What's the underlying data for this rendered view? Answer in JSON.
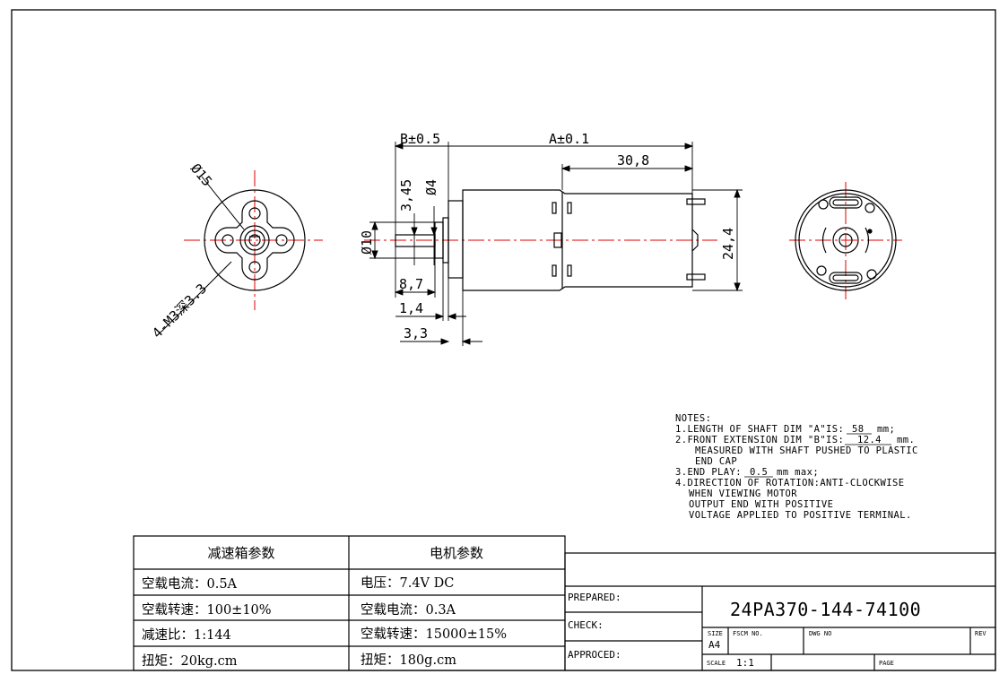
{
  "drawing": {
    "dims": {
      "a": "A±0.1",
      "b": "B±0.5",
      "d30_8": "30,8",
      "d24_4": "24,4",
      "d3_45": "3,45",
      "phi4": "Ø4",
      "phi10": "Ø10",
      "d8_7": "8,7",
      "d1_4": "1,4",
      "d3_3": "3,3",
      "phi15": "Ø15",
      "m3": "4-M3深3.3"
    },
    "notes": {
      "title": "NOTES:",
      "line1a": "1.LENGTH OF SHAFT DIM \"A\"IS:",
      "line1v": "58",
      "line1u": "mm;",
      "line2a": "2.FRONT EXTENSION DIM \"B\"IS:",
      "line2v": "12.4",
      "line2u": "mm.",
      "line3": "MEASURED WITH SHAFT PUSHED TO PLASTIC",
      "line4": "END CAP",
      "line5a": "3.END PLAY:",
      "line5v": "0.5",
      "line5u": "mm max;",
      "line6": "4.DIRECTION OF ROTATION:ANTI-CLOCKWISE",
      "line7": "WHEN VIEWING MOTOR",
      "line8": "OUTPUT END WITH POSITIVE",
      "line9": "VOLTAGE APPLIED TO POSITIVE TERMINAL."
    }
  },
  "params_table": {
    "headers": [
      "减速箱参数",
      "电机参数"
    ],
    "gearbox": [
      "空载电流：0.5A",
      "空载转速：100±10%",
      "减速比：1:144",
      "扭矩：20kg.cm"
    ],
    "motor": [
      "电压：7.4V DC",
      "空载电流：0.3A",
      "空载转速：15000±15%",
      "扭矩：180g.cm"
    ]
  },
  "title_block": {
    "prepared_label": "PREPARED:",
    "check_label": "CHECK:",
    "approved_label": "APPROCED:",
    "part_number": "24PA370-144-74100",
    "size_label": "SIZE",
    "size_value": "A4",
    "fscm_label": "FSCM NO.",
    "dwg_label": "DWG NO",
    "rev_label": "REV",
    "scale_label": "SCALE",
    "scale_value": "1:1",
    "page_label": "PAGE"
  }
}
